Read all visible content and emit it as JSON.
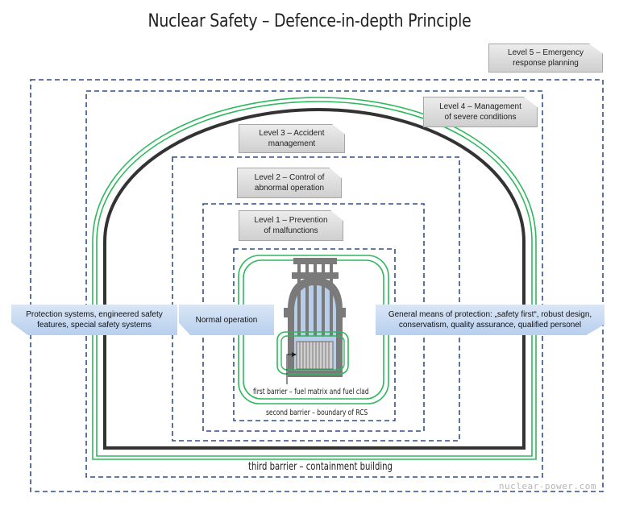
{
  "title": "Nuclear Safety – Defence-in-depth Principle",
  "levels": [
    {
      "label": "Level 1 – Prevention of malfunctions",
      "line1": "Level 1 – Prevention",
      "line2": "of malfunctions"
    },
    {
      "label": "Level 2 – Control of abnormal operation",
      "line1": "Level 2 – Control of",
      "line2": "abnormal operation"
    },
    {
      "label": "Level 3 – Accident management",
      "line1": "Level 3 – Accident",
      "line2": "management"
    },
    {
      "label": "Level 4 – Management of severe conditions",
      "line1": "Level 4 – Management",
      "line2": "of severe conditions"
    },
    {
      "label": "Level 5 – Emergency response planning",
      "line1": "Level 5 – Emergency",
      "line2": "response planning"
    }
  ],
  "callouts": {
    "protection_systems": {
      "line1": "Protection systems, engineered safety",
      "line2": "features, special safety systems"
    },
    "normal_operation": "Normal operation",
    "general_means": {
      "line1": "General means of protection: „safety first“, robust design,",
      "line2": "conservatism, quality assurance, qualified personel"
    }
  },
  "barriers": {
    "first": "first barrier – fuel matrix and fuel clad",
    "second": "second barrier – boundary of RCS",
    "third": "third barrier – containment building"
  },
  "watermark": "nuclear-power.com",
  "colors": {
    "dashed_boxes": "#2f4f8a",
    "barrier_green": "#2eb85c",
    "containment_black": "#333333",
    "vessel_grey": "#7a7a7a",
    "vessel_blue": "#b8cde8",
    "tag_grey": "#d6d6d6",
    "tag_blue": "#c7daf2"
  }
}
